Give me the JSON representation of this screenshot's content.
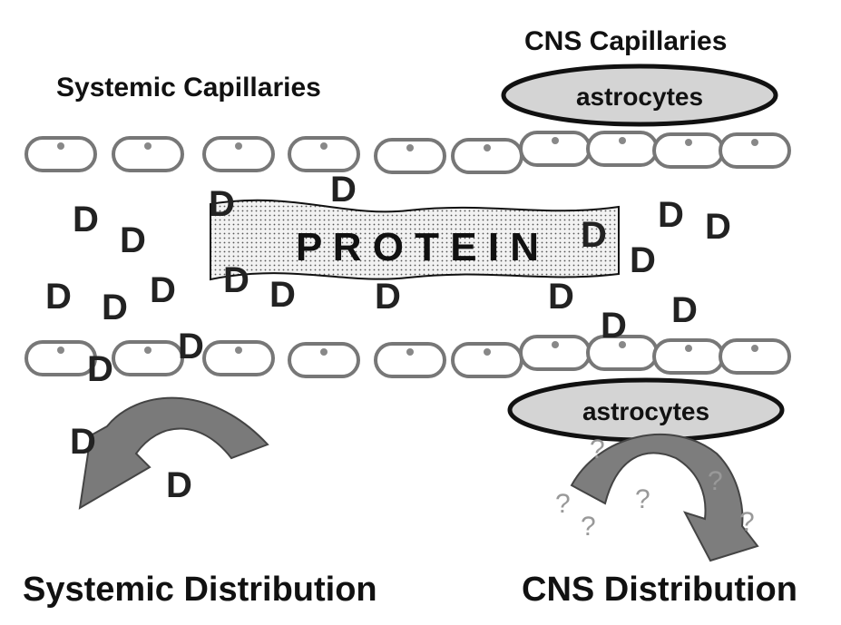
{
  "labels": {
    "systemic_capillaries": "Systemic Capillaries",
    "cns_capillaries": "CNS Capillaries",
    "astrocytes_top": "astrocytes",
    "astrocytes_bottom": "astrocytes",
    "protein": "P R O T E I N",
    "systemic_distribution": "Systemic Distribution",
    "cns_distribution": "CNS Distribution"
  },
  "drug_label": "D",
  "unknown_label": "?",
  "colors": {
    "cell_stroke": "#777777",
    "astrocyte_fill": "#d4d4d4",
    "arrow_dark": "#6e6e6e",
    "arrow_light": "#9a9a9a",
    "protein_fill": "#ececec"
  }
}
